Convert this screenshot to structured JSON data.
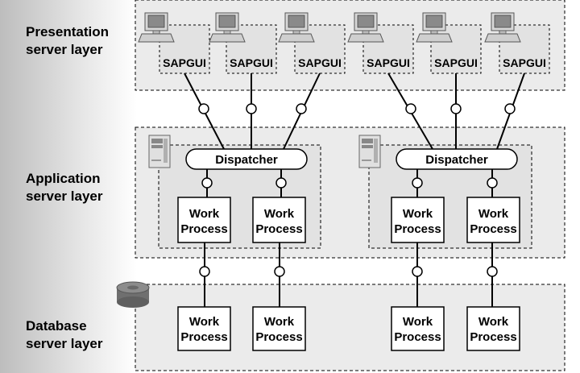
{
  "layers": {
    "presentation": {
      "line1": "Presentation",
      "line2": "server layer"
    },
    "application": {
      "line1": "Application",
      "line2": "server layer"
    },
    "database": {
      "line1": "Database",
      "line2": "server layer"
    }
  },
  "presentation_clients": [
    {
      "label": "SAPGUI"
    },
    {
      "label": "SAPGUI"
    },
    {
      "label": "SAPGUI"
    },
    {
      "label": "SAPGUI"
    },
    {
      "label": "SAPGUI"
    },
    {
      "label": "SAPGUI"
    }
  ],
  "dispatchers": [
    {
      "label": "Dispatcher"
    },
    {
      "label": "Dispatcher"
    }
  ],
  "app_work_processes": [
    {
      "line1": "Work",
      "line2": "Process"
    },
    {
      "line1": "Work",
      "line2": "Process"
    },
    {
      "line1": "Work",
      "line2": "Process"
    },
    {
      "line1": "Work",
      "line2": "Process"
    }
  ],
  "db_work_processes": [
    {
      "line1": "Work",
      "line2": "Process"
    },
    {
      "line1": "Work",
      "line2": "Process"
    },
    {
      "line1": "Work",
      "line2": "Process"
    },
    {
      "line1": "Work",
      "line2": "Process"
    }
  ],
  "icons": {
    "client": "desktop-computer-icon",
    "server": "server-tower-icon",
    "database": "database-drum-icon"
  },
  "colors": {
    "left_band_dark": "#cfcfcf",
    "layer_fill": "#ebebeb",
    "dispatcher_fill": "#ffffff",
    "work_process_fill": "#ffffff",
    "line": "#000000",
    "db_icon": "#707070"
  }
}
